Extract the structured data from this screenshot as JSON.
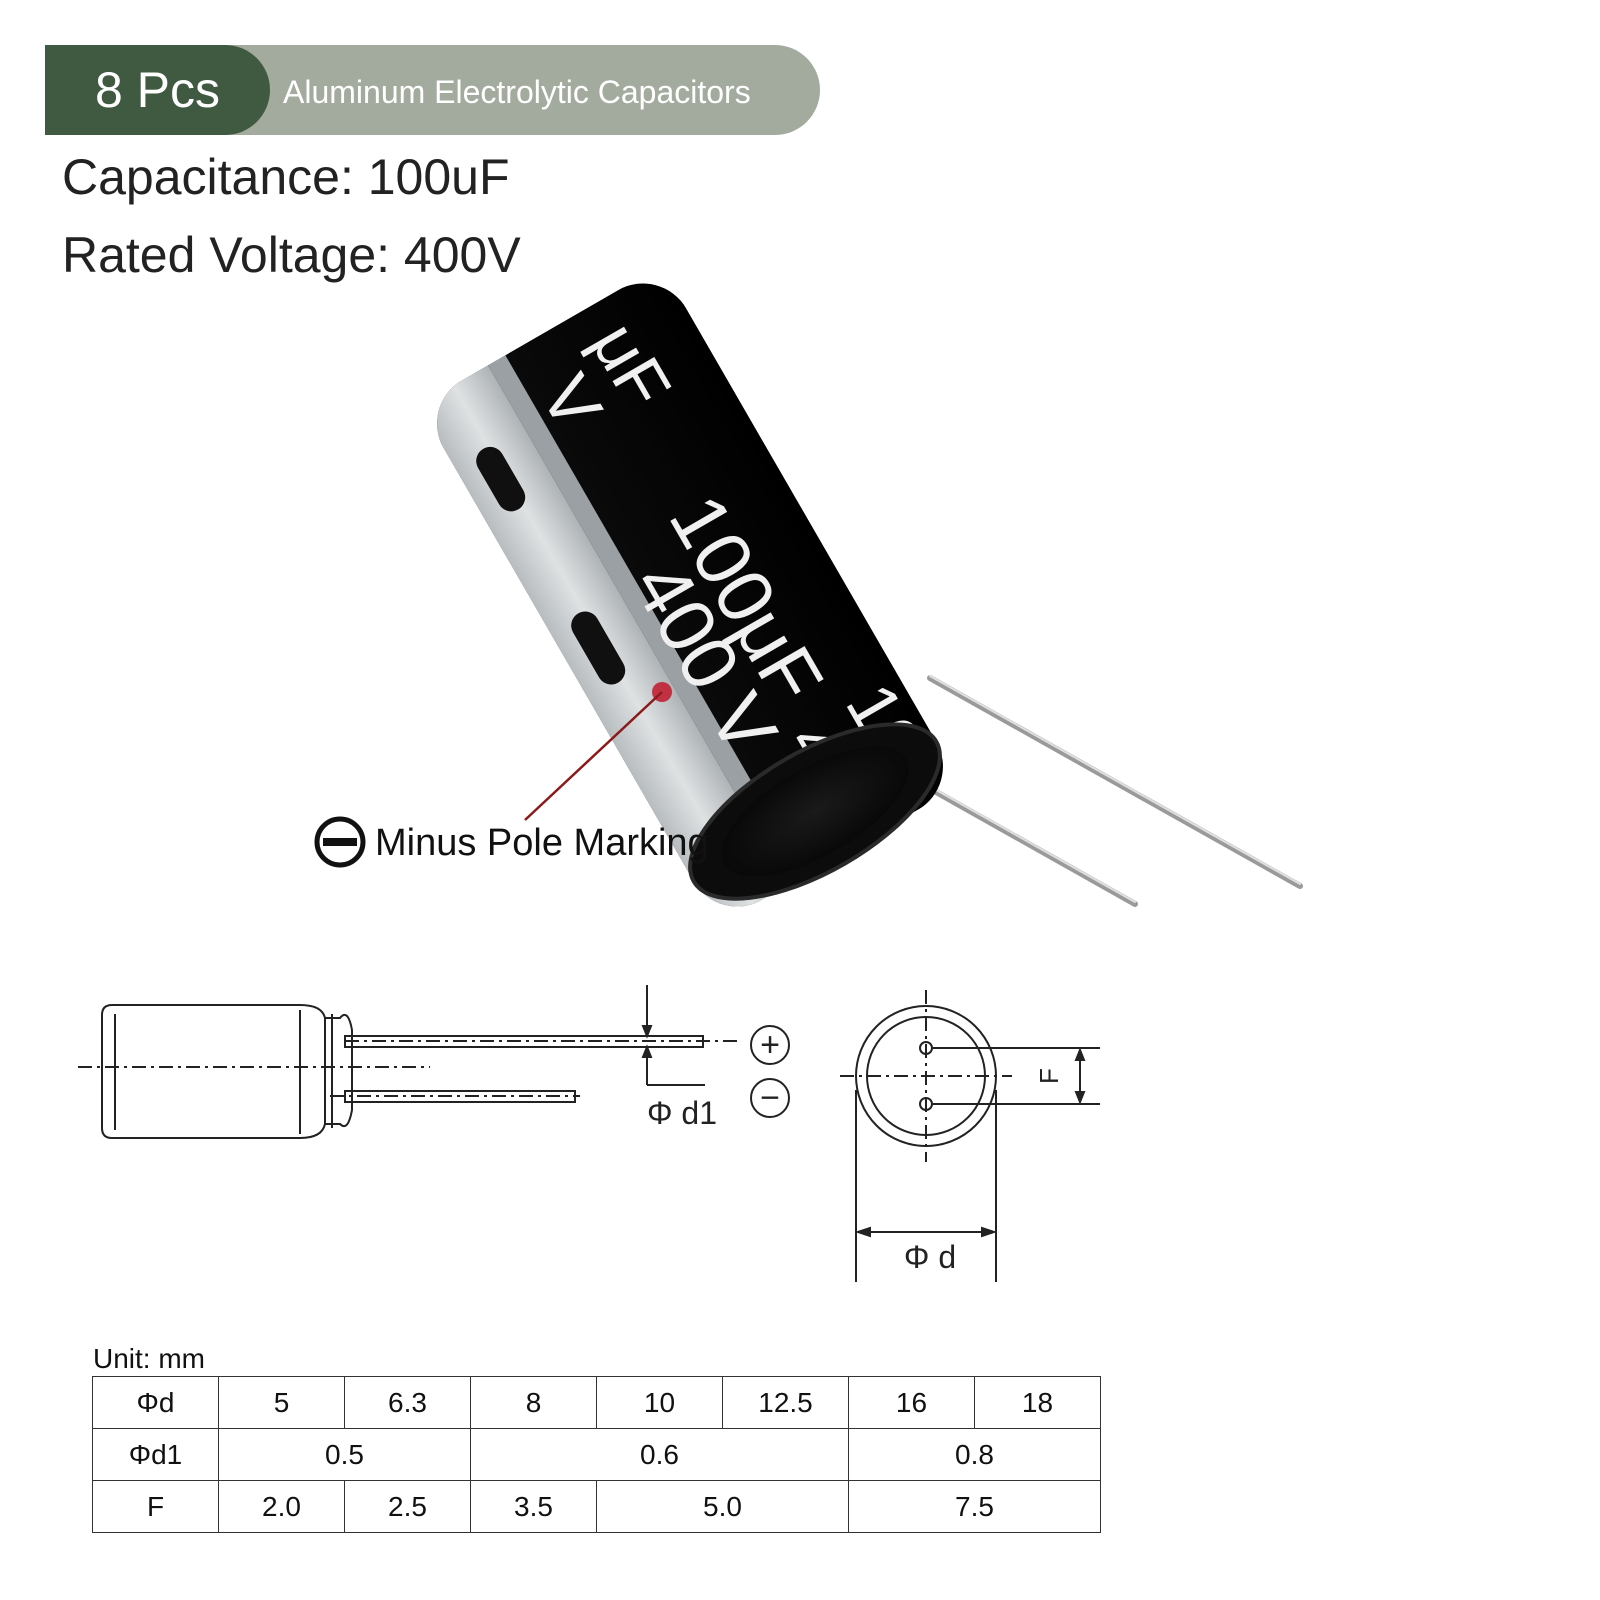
{
  "banner": {
    "quantity": "8 Pcs",
    "title": "Aluminum Electrolytic Capacitors"
  },
  "specs": {
    "capacitance": "Capacitance: 100uF",
    "voltage": "Rated Voltage: 400V"
  },
  "photo": {
    "printed_capacitance": "100μF",
    "printed_voltage": "400 V",
    "printed_partial_left": "μF",
    "printed_partial_v": "V",
    "printed_edge_capacitance": "100",
    "printed_edge_voltage": "400",
    "callout_label": "Minus Pole Marking",
    "callout_icon": "minus-circle-icon"
  },
  "diagram": {
    "plus_symbol": "+",
    "minus_symbol": "−",
    "lead_diameter_label": "Φ d1",
    "body_diameter_label": "Φ d",
    "pitch_label": "F"
  },
  "table": {
    "unit": "Unit: mm",
    "rows": [
      {
        "label": "Φd",
        "cells": [
          {
            "value": "5",
            "span": 1
          },
          {
            "value": "6.3",
            "span": 1
          },
          {
            "value": "8",
            "span": 1
          },
          {
            "value": "10",
            "span": 1
          },
          {
            "value": "12.5",
            "span": 1
          },
          {
            "value": "16",
            "span": 1
          },
          {
            "value": "18",
            "span": 1
          }
        ]
      },
      {
        "label": "Φd1",
        "cells": [
          {
            "value": "0.5",
            "span": 2
          },
          {
            "value": "0.6",
            "span": 3
          },
          {
            "value": "0.8",
            "span": 2
          }
        ]
      },
      {
        "label": "F",
        "cells": [
          {
            "value": "2.0",
            "span": 1
          },
          {
            "value": "2.5",
            "span": 1
          },
          {
            "value": "3.5",
            "span": 1
          },
          {
            "value": "5.0",
            "span": 2
          },
          {
            "value": "7.5",
            "span": 2
          }
        ]
      }
    ]
  },
  "colors": {
    "banner_dark": "#3f5a40",
    "banner_light": "#a3ab9e",
    "sleeve": "#101010",
    "stripe": "#c9cdcf",
    "callout_line": "#8b1a1a"
  }
}
